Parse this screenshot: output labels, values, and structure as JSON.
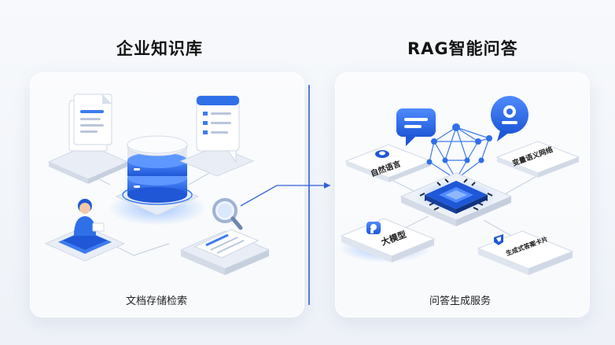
{
  "left": {
    "title": "企业知识库",
    "caption": "文档存储检索"
  },
  "right": {
    "title": "RAG智能问答",
    "caption": "问答生成服务",
    "labels": {
      "natural_language": "自然语言",
      "knowledge_graph": "变量语义网络",
      "large_model": "大模型",
      "generation": "生成式答案卡片"
    }
  },
  "colors": {
    "accent": "#2f6fe8",
    "accent_dark": "#1f4fd0",
    "divider": "#2f5ed8",
    "title": "#141414"
  }
}
